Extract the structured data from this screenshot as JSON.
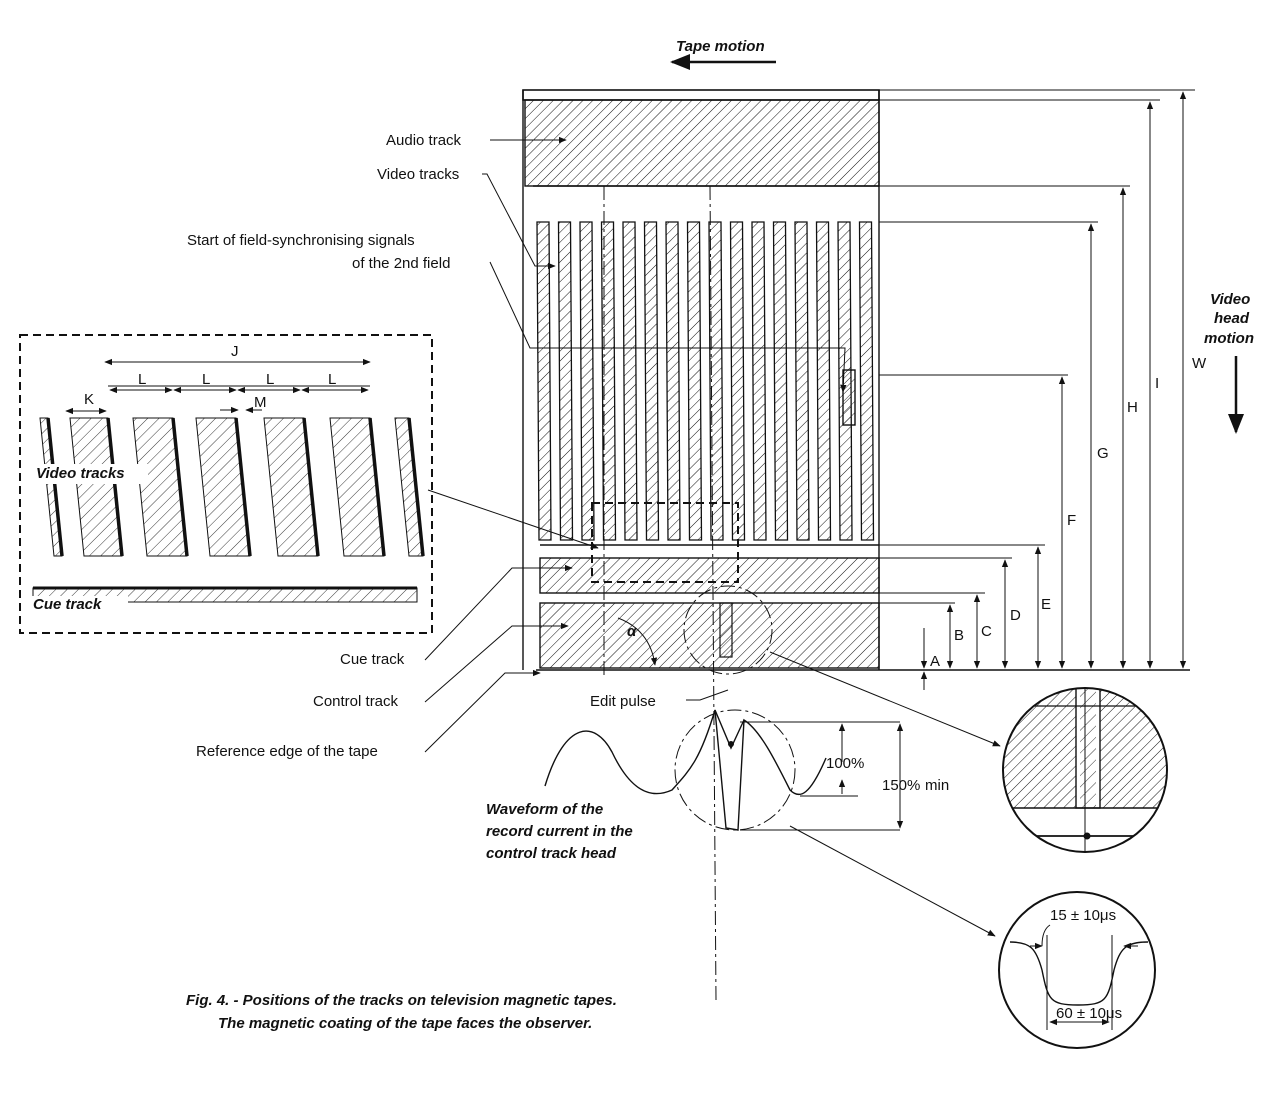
{
  "labels": {
    "tape_motion": "Tape motion",
    "video_head_motion_1": "Video",
    "video_head_motion_2": "head",
    "video_head_motion_3": "motion",
    "audio_track": "Audio track",
    "video_tracks": "Video tracks",
    "field_sync_1": "Start of field-synchronising signals",
    "field_sync_2": "of the 2nd field",
    "cue_track": "Cue track",
    "control_track": "Control track",
    "reference_edge": "Reference edge of the tape",
    "edit_pulse": "Edit pulse",
    "waveform_1": "Waveform of the",
    "waveform_2": "record current in the",
    "waveform_3": "control track head",
    "pct_100": "100%",
    "pct_150": "150%",
    "pct_min": "min",
    "alpha": "α",
    "pulse_top": "15 ± 10μs",
    "pulse_bottom": "60 ± 10μs",
    "inset_video_tracks": "Video tracks",
    "inset_cue_track": "Cue track",
    "caption_1": "Fig. 4. - Positions of the tracks on television magnetic tapes.",
    "caption_2": "The magnetic coating of the tape faces the observer."
  },
  "dimensions": {
    "A": "A",
    "B": "B",
    "C": "C",
    "D": "D",
    "E": "E",
    "F": "F",
    "G": "G",
    "H": "H",
    "I": "I",
    "W": "W",
    "J": "J",
    "K": "K",
    "L": "L",
    "M": "M"
  }
}
